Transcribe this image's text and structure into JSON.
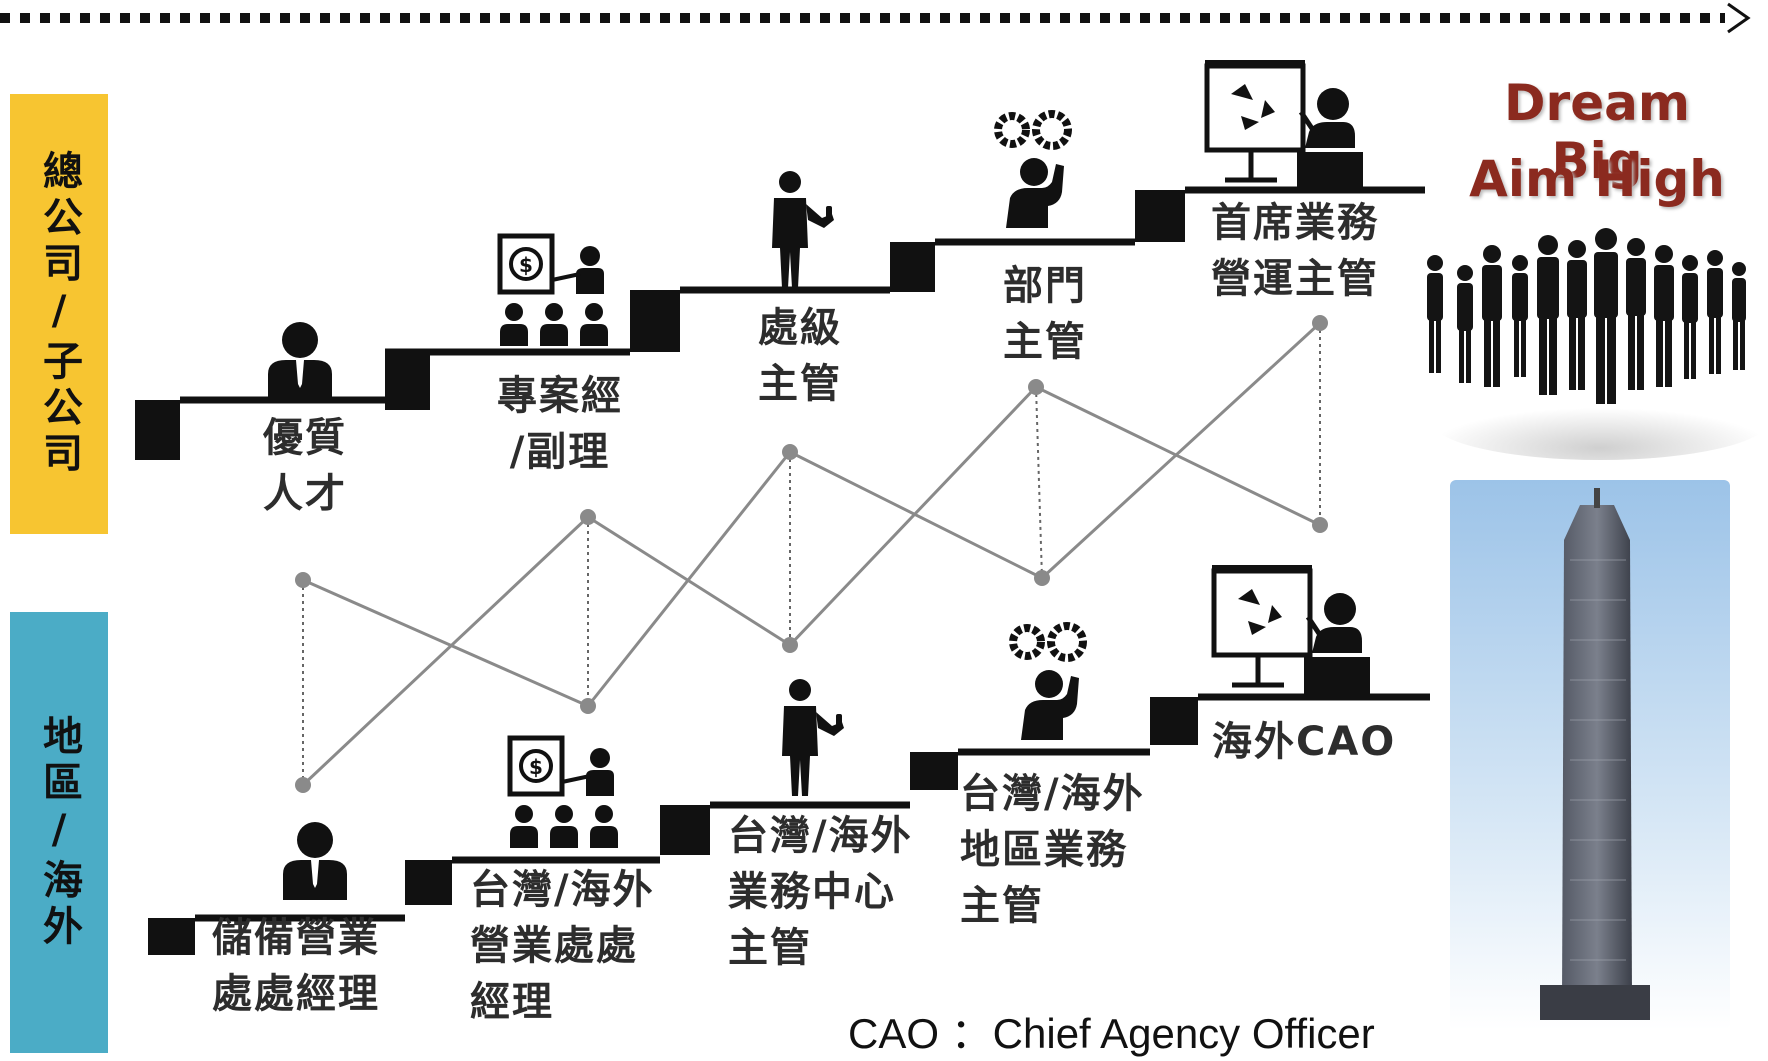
{
  "left_labels": {
    "headquarters": "總公司/子公司",
    "overseas": "地區/海外"
  },
  "top_track": [
    {
      "title": "優質\n人才",
      "icon": "person-icon"
    },
    {
      "title": "專案經\n/副理",
      "icon": "presenter-money-icon"
    },
    {
      "title": "處級\n主管",
      "icon": "thumbs-up-person-icon"
    },
    {
      "title": "部門\n主管",
      "icon": "gears-person-icon"
    },
    {
      "title": "首席業務\n營運主管",
      "icon": "speaker-podium-icon"
    }
  ],
  "bottom_track": [
    {
      "title": "儲備營業\n處處經理",
      "icon": "person-icon"
    },
    {
      "title": "台灣/海外\n營業處處\n經理",
      "icon": "presenter-money-icon"
    },
    {
      "title": "台灣/海外\n業務中心\n主管",
      "icon": "thumbs-up-person-icon"
    },
    {
      "title": "台灣/海外\n地區業務\n主管",
      "icon": "gears-person-icon"
    },
    {
      "title": "海外CAO",
      "icon": "speaker-podium-icon"
    }
  ],
  "slogan": {
    "line1": "Dream Big",
    "line2": "Aim High"
  },
  "images": {
    "crowd": "business-crowd-silhouette",
    "building": "skyscraper-photo"
  },
  "footnote": "CAO ：Chief Agency Officer",
  "colors": {
    "hq": "#f7c531",
    "overseas": "#4bacc6",
    "stairs": "#111111",
    "connector": "#8a8a8a"
  }
}
